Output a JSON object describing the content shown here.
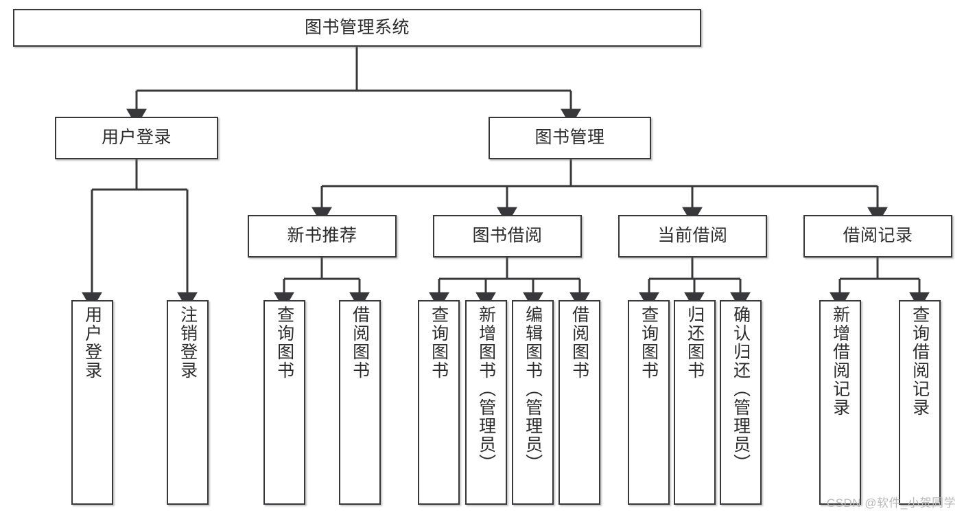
{
  "diagram": {
    "title": "图书管理系统",
    "type": "hierarchy-tree",
    "watermark": "CSDN @软件_小贺同学",
    "colors": {
      "node_border": "#38383a",
      "node_fill": "#ffffff",
      "edge": "#38383a",
      "text": "#2b2b2b",
      "watermark": "#b9b9b9",
      "background": "#ffffff"
    },
    "nodes": {
      "root": {
        "label": "图书管理系统"
      },
      "level2": [
        {
          "label": "用户登录"
        },
        {
          "label": "图书管理"
        }
      ],
      "level3": [
        {
          "label": "新书推荐"
        },
        {
          "label": "图书借阅"
        },
        {
          "label": "当前借阅"
        },
        {
          "label": "借阅记录"
        }
      ],
      "leaves": {
        "user_login": [
          {
            "label": "用户登录"
          },
          {
            "label": "注销登录"
          }
        ],
        "new_book_recommend": [
          {
            "label": "查询图书"
          },
          {
            "label": "借阅图书"
          }
        ],
        "book_borrow": [
          {
            "label": "查询图书"
          },
          {
            "label": "新增图书（管理员）"
          },
          {
            "label": "编辑图书（管理员）"
          },
          {
            "label": "借阅图书"
          }
        ],
        "current_borrow": [
          {
            "label": "查询图书"
          },
          {
            "label": "归还图书"
          },
          {
            "label": "确认归还（管理员）"
          }
        ],
        "borrow_record": [
          {
            "label": "新增借阅记录"
          },
          {
            "label": "查询借阅记录"
          }
        ]
      }
    }
  }
}
